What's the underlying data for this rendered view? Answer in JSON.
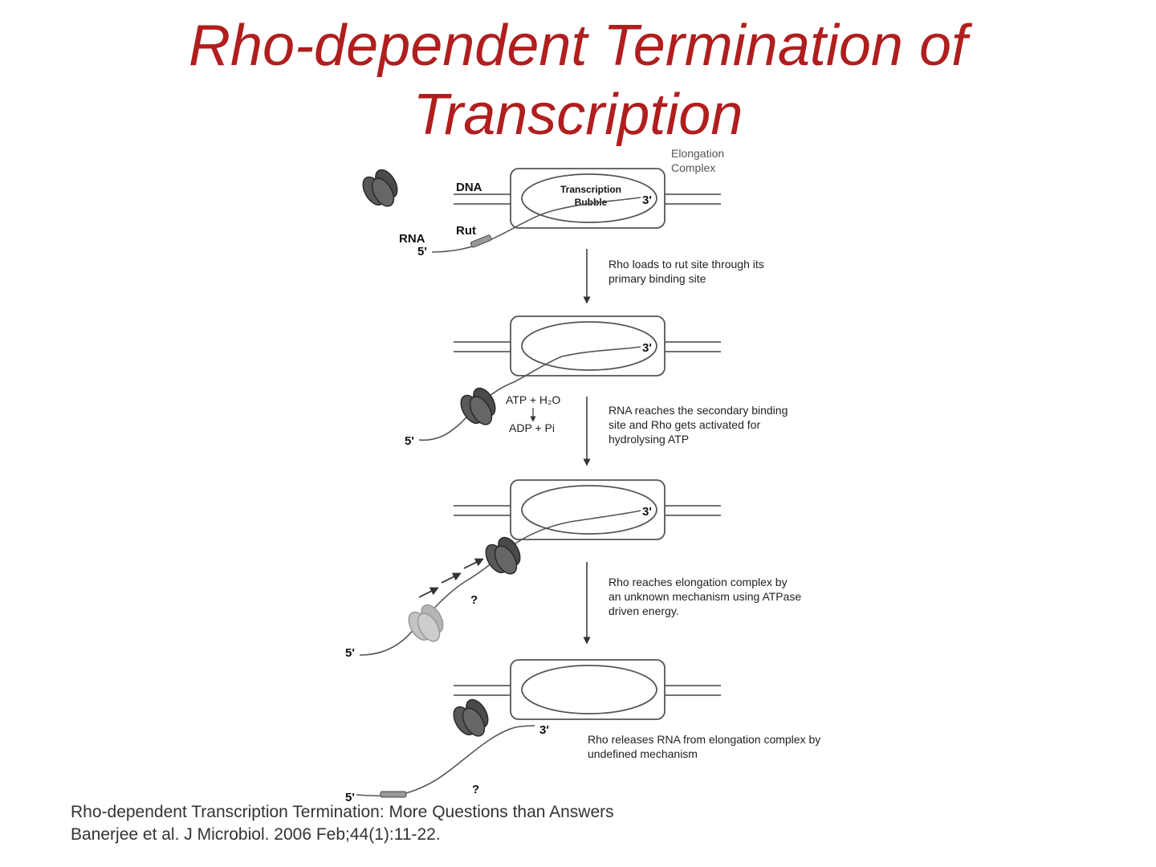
{
  "title": {
    "line1": "Rho-dependent Termination of",
    "line2": "Transcription"
  },
  "labels": {
    "elongation_line1": "Elongation",
    "elongation_line2": "Complex",
    "dna": "DNA",
    "rna": "RNA",
    "rut": "Rut",
    "bubble_line1": "Transcription",
    "bubble_line2": "Bubble",
    "three_prime": "3'",
    "five_prime": "5'",
    "atp": "ATP + H₂O",
    "adp": "ADP + Pi",
    "question": "?"
  },
  "steps": [
    {
      "line1": "Rho loads to rut site through its",
      "line2": "primary binding site",
      "line3": ""
    },
    {
      "line1": "RNA reaches the secondary binding",
      "line2": "site and Rho gets activated for",
      "line3": "hydrolysing ATP"
    },
    {
      "line1": "Rho reaches elongation complex by",
      "line2": "an unknown mechanism using ATPase",
      "line3": "driven energy."
    },
    {
      "line1": "Rho releases RNA from elongation complex by",
      "line2": "undefined mechanism",
      "line3": ""
    }
  ],
  "citation": {
    "line1": "Rho-dependent Transcription Termination: More Questions than Answers",
    "line2": "Banerjee  et al. J Microbiol. 2006 Feb;44(1):11-22."
  },
  "colors": {
    "title": "#b01e1e",
    "rho_dark": "#555555",
    "rho_light": "#bdbdbd",
    "line": "#444444"
  }
}
